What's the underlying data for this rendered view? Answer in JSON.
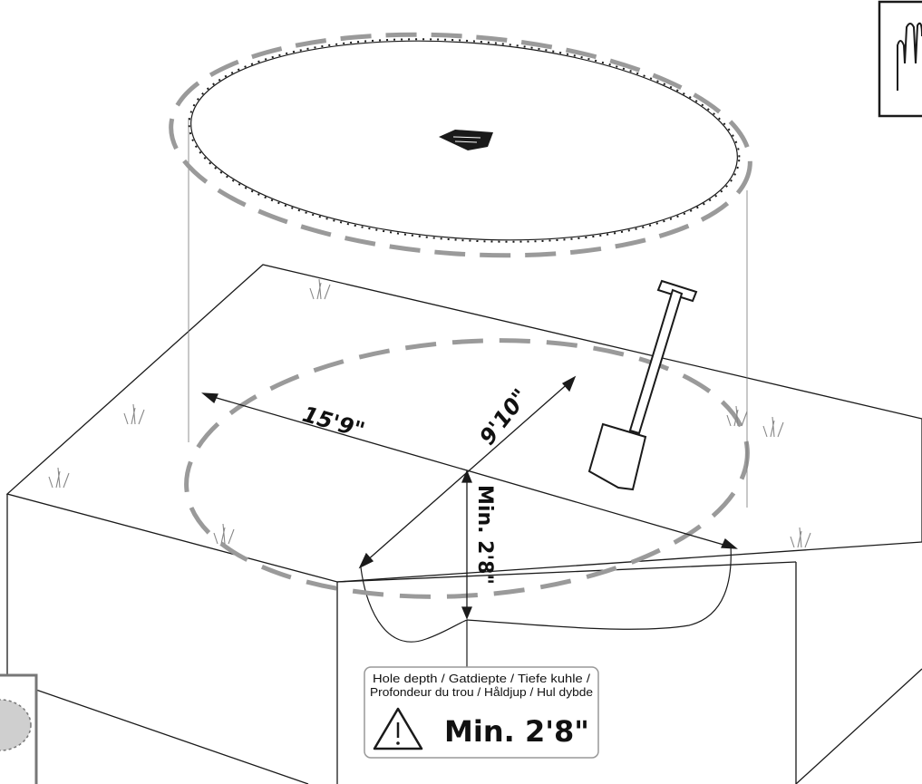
{
  "dimensions": {
    "length": "15'9\"",
    "width": "9'10\"",
    "depth": "Min. 2'8\""
  },
  "warning_box": {
    "line1": "Hole depth / Gatdiepte / Tiefe kuhle /",
    "line2": "Profondeur du trou / Håldjup / Hul dybde",
    "value": "Min. 2'8\""
  },
  "icons": [
    "gloves-icon",
    "shovel-icon",
    "warning-triangle-icon",
    "grass-icon",
    "trampoline-mat-icon"
  ],
  "colors": {
    "outline": "#1a1a1a",
    "dashed": "#9a9a9a",
    "box_border": "#888888"
  }
}
